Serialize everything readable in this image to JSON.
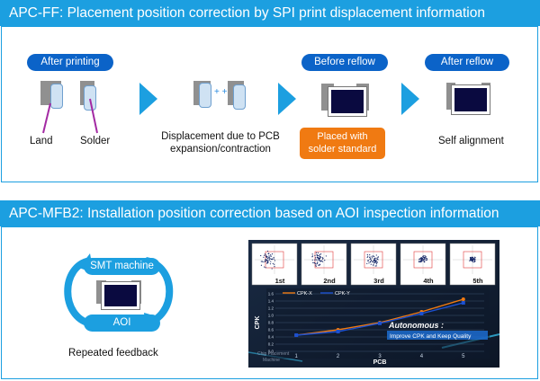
{
  "top": {
    "title": "APC-FF: Placement position correction by SPI print displacement information",
    "after_printing": "After printing",
    "land": "Land",
    "solder": "Solder",
    "displacement_line1": "Displacement due to PCB",
    "displacement_line2": "expansion/contraction",
    "before_reflow": "Before reflow",
    "placed_line1": "Placed with",
    "placed_line2": "solder standard",
    "after_reflow": "After reflow",
    "self_alignment": "Self alignment"
  },
  "bottom": {
    "title": "APC-MFB2: Installation position correction based on AOI inspection information",
    "smt_machine": "SMT machine",
    "aoi": "AOI",
    "repeated_feedback": "Repeated feedback",
    "pcb_labels": [
      "1st",
      "2nd",
      "3rd",
      "4th",
      "5th"
    ],
    "autonomous_title": "Autonomous :",
    "autonomous_sub": "Improve CPK and Keep Quality",
    "machine_caption_line1": "Chip Placement",
    "machine_caption_line2": "Machine"
  },
  "chart_data": {
    "type": "line",
    "xlabel": "PCB",
    "ylabel": "CPK",
    "x": [
      1,
      2,
      3,
      4,
      5
    ],
    "xlim": [
      0.5,
      5.5
    ],
    "ylim": [
      0,
      1.6
    ],
    "yticks": [
      "0.0",
      "0.2",
      "0.4",
      "0.6",
      "0.8",
      "1.0",
      "1.2",
      "1.4",
      "1.6"
    ],
    "xticks": [
      "1",
      "2",
      "3",
      "4",
      "5"
    ],
    "series": [
      {
        "name": "CPK-X",
        "color": "#f07a12",
        "values": [
          0.45,
          0.6,
          0.8,
          1.1,
          1.45
        ]
      },
      {
        "name": "CPK-Y",
        "color": "#1c50d0",
        "values": [
          0.45,
          0.55,
          0.78,
          1.05,
          1.35
        ]
      }
    ],
    "grid": true,
    "legend": "top-left"
  },
  "colors": {
    "banner": "#1c9fe0",
    "pill": "#0b63c8",
    "orange": "#f07a12",
    "chip": "#0a0a40"
  }
}
